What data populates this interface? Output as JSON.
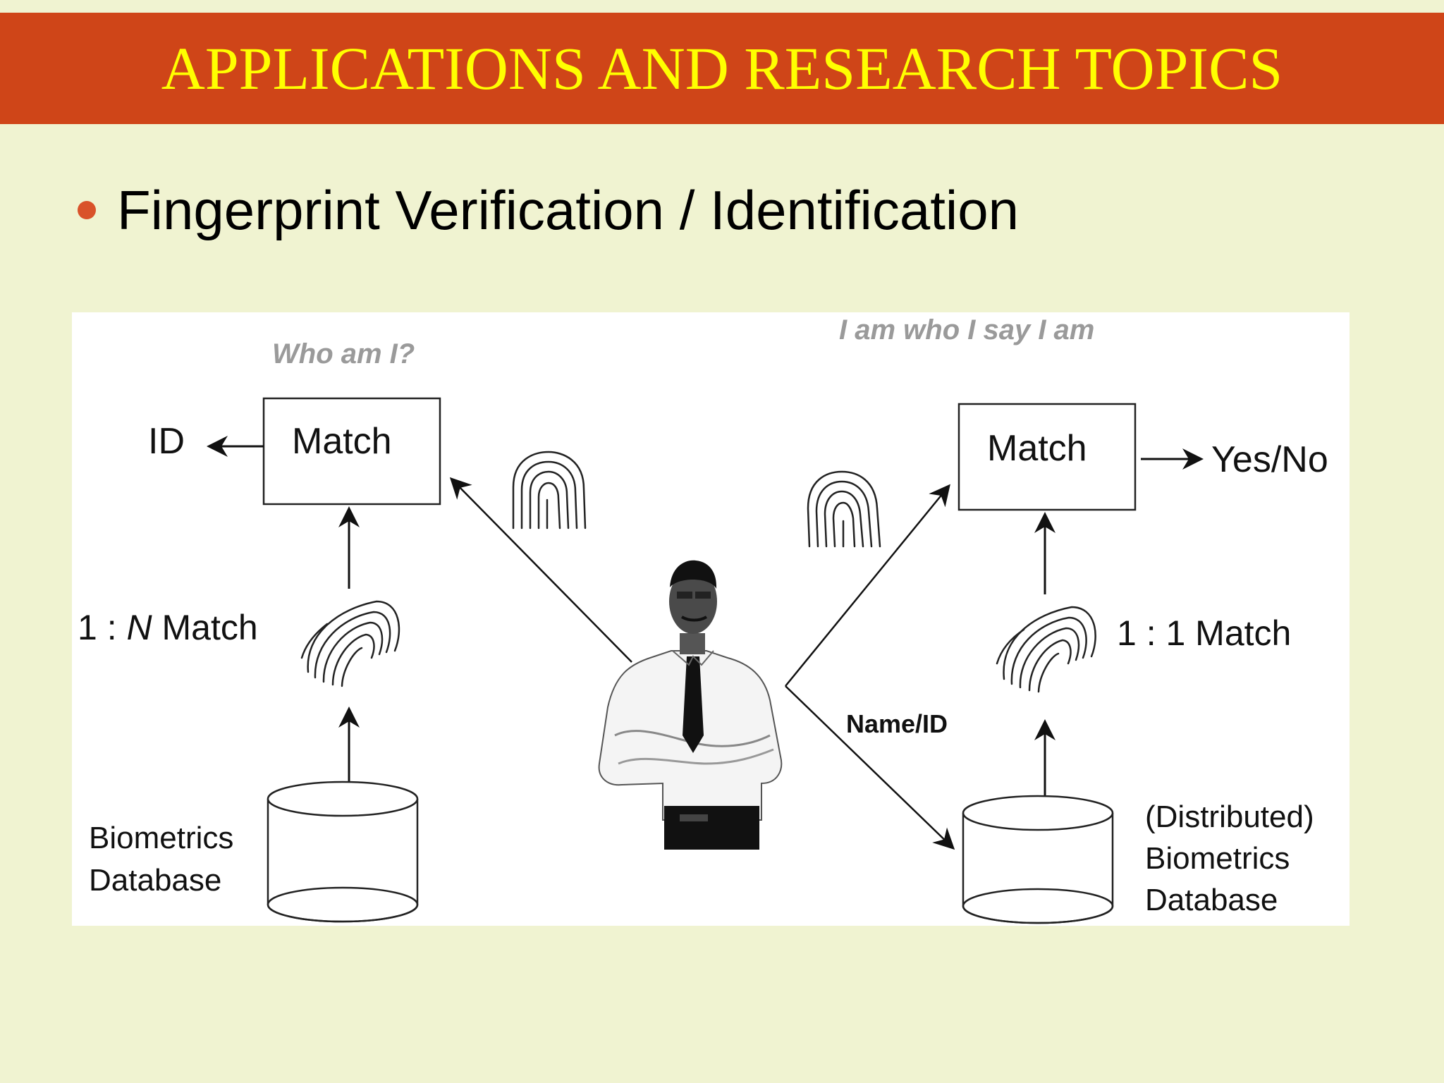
{
  "slide": {
    "title": "APPLICATIONS AND RESEARCH TOPICS",
    "bullet": "Fingerprint Verification / Identification"
  },
  "diagram": {
    "left": {
      "question": "Who am I?",
      "output": "ID",
      "match_label": "Match",
      "match_type_prefix": "1 : ",
      "match_type_n": "N",
      "match_type_suffix": " Match",
      "db_line1": "Biometrics",
      "db_line2": "Database"
    },
    "right": {
      "question": "I am who I say I am",
      "output": "Yes/No",
      "match_label": "Match",
      "match_type": "1 : 1 Match",
      "input_label": "Name/ID",
      "db_line1": "(Distributed)",
      "db_line2": "Biometrics",
      "db_line3": "Database"
    }
  },
  "colors": {
    "background": "#f0f3d1",
    "title_band": "#cf4518",
    "title_text": "#ffff00",
    "bullet": "#d9522a"
  }
}
